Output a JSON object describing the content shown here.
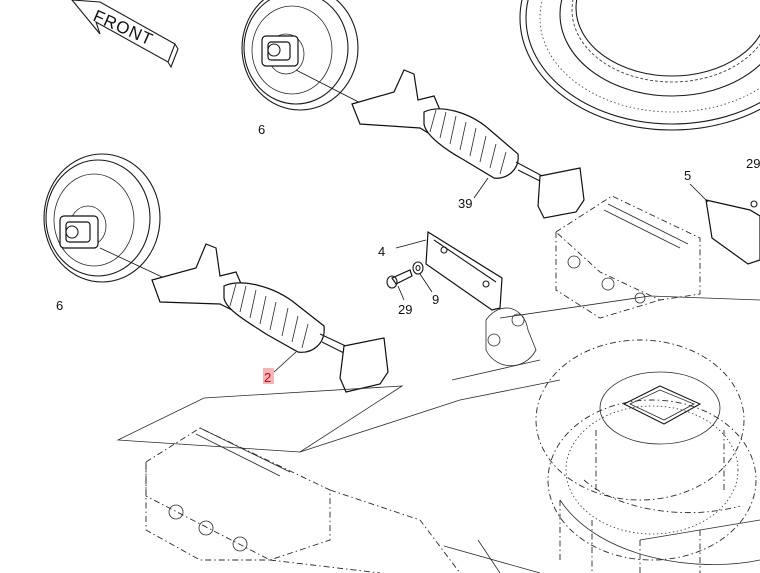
{
  "arrow": {
    "label": "FRONT"
  },
  "callouts": [
    {
      "id": "c6a",
      "text": "6"
    },
    {
      "id": "c39",
      "text": "39"
    },
    {
      "id": "c29a",
      "text": "29"
    },
    {
      "id": "c5",
      "text": "5"
    },
    {
      "id": "c6b",
      "text": "6"
    },
    {
      "id": "c4",
      "text": "4"
    },
    {
      "id": "c9",
      "text": "9"
    },
    {
      "id": "c29b",
      "text": "29"
    },
    {
      "id": "c2",
      "text": "2",
      "highlight": "#f4b6b6"
    }
  ],
  "colors": {
    "line": "#1a1a1a",
    "highlight": "#f4b6b6",
    "highlight_text": "#d0001a"
  }
}
